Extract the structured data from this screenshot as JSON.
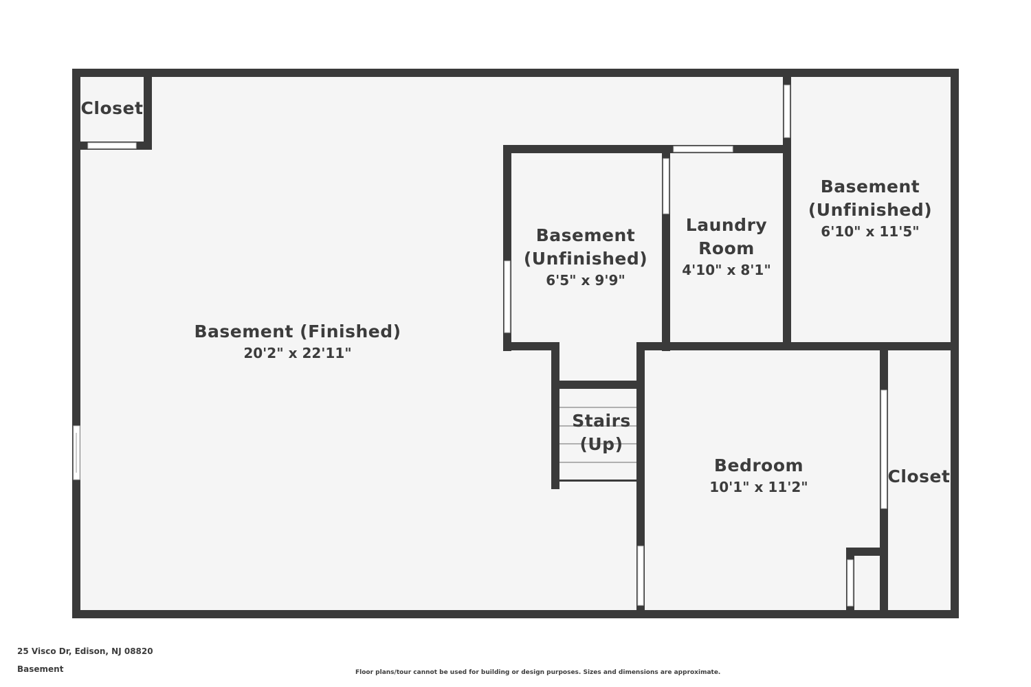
{
  "rooms": {
    "closet_top_left": {
      "name": "Closet"
    },
    "basement_finished": {
      "name": "Basement (Finished)",
      "dim": "20'2\" x 22'11\""
    },
    "basement_unfinished_center": {
      "name": "Basement\n(Unfinished)",
      "dim": "6'5\" x 9'9\""
    },
    "laundry_room": {
      "name": "Laundry\nRoom",
      "dim": "4'10\" x 8'1\""
    },
    "basement_unfinished_right": {
      "name": "Basement\n(Unfinished)",
      "dim": "6'10\" x 11'5\""
    },
    "stairs": {
      "name": "Stairs\n(Up)"
    },
    "bedroom": {
      "name": "Bedroom",
      "dim": "10'1\" x 11'2\""
    },
    "closet_right": {
      "name": "Closet"
    }
  },
  "footer": {
    "address": "25 Visco Dr, Edison, NJ 08820",
    "level": "Basement",
    "disclaimer": "Floor plans/tour cannot be used for building or design purposes. Sizes and dimensions are approximate."
  },
  "colors": {
    "wall": "#3a3a3a",
    "floor": "#f5f5f5",
    "text": "#3c3c3c"
  }
}
